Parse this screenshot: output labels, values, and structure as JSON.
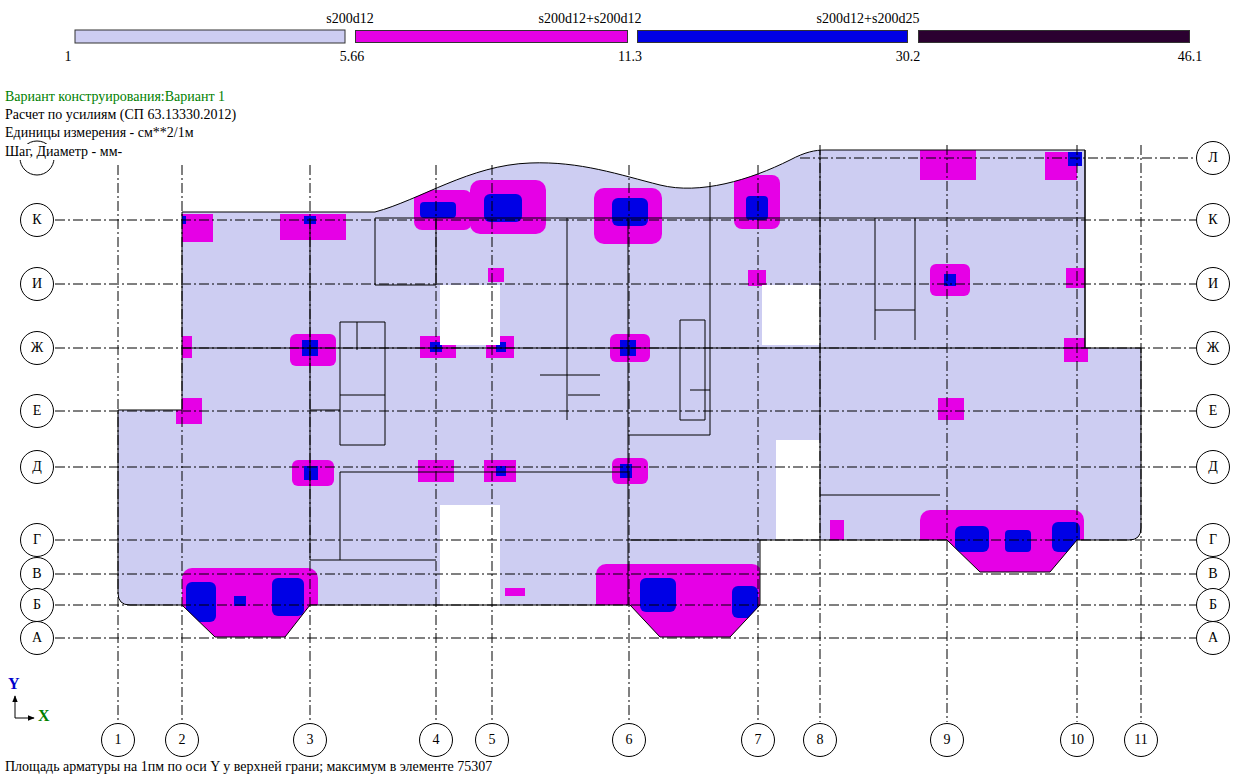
{
  "diagram": {
    "nodes": [
      {
        "text": [
          "Л"
        ]
      },
      {
        "text": [
          "К"
        ]
      },
      {
        "text": [
          "К"
        ]
      },
      {
        "text": [
          "И"
        ]
      },
      {
        "text": [
          "И"
        ]
      },
      {
        "text": [
          "Ж"
        ]
      },
      {
        "text": [
          "Ж"
        ]
      },
      {
        "text": [
          "Е"
        ]
      },
      {
        "text": [
          "Е"
        ]
      },
      {
        "text": [
          "Д"
        ]
      },
      {
        "text": [
          "Д"
        ]
      },
      {
        "text": [
          "Г"
        ]
      },
      {
        "text": [
          "Г"
        ]
      },
      {
        "text": [
          "В"
        ]
      },
      {
        "text": [
          "В"
        ]
      },
      {
        "text": [
          "Б"
        ]
      },
      {
        "text": [
          "Б"
        ]
      },
      {
        "text": [
          "А"
        ]
      },
      {
        "text": [
          "А"
        ]
      },
      {
        "text": [
          "1"
        ]
      },
      {
        "text": [
          "2"
        ]
      },
      {
        "text": [
          "3"
        ]
      },
      {
        "text": [
          "4"
        ]
      },
      {
        "text": [
          "5"
        ]
      },
      {
        "text": [
          "6"
        ]
      },
      {
        "text": [
          "7"
        ]
      },
      {
        "text": [
          "8"
        ]
      },
      {
        "text": [
          "9"
        ]
      },
      {
        "text": [
          "10"
        ]
      },
      {
        "text": [
          "11"
        ]
      }
    ],
    "labels": [
      "1",
      "5.66",
      "11.3",
      "30.2",
      "46.1",
      "Вариант конструирования:Вариант 1",
      "Расчет по усилиям (СП 63.13330.2012)",
      "Единицы измерения - см**2/1м",
      "Шаг, Диаметр - мм-",
      "Y",
      "X",
      "Площадь арматуры на 1пм по оси Y у верхней грани; максимум в элементе 75307"
    ],
    "legend": [
      {
        "text": "s200d12",
        "color": "#e600e6"
      },
      {
        "text": "s200d12+s200d12",
        "color": "#0000e6"
      },
      {
        "text": "s200d12+s200d25",
        "color": "#2b0030"
      }
    ]
  }
}
